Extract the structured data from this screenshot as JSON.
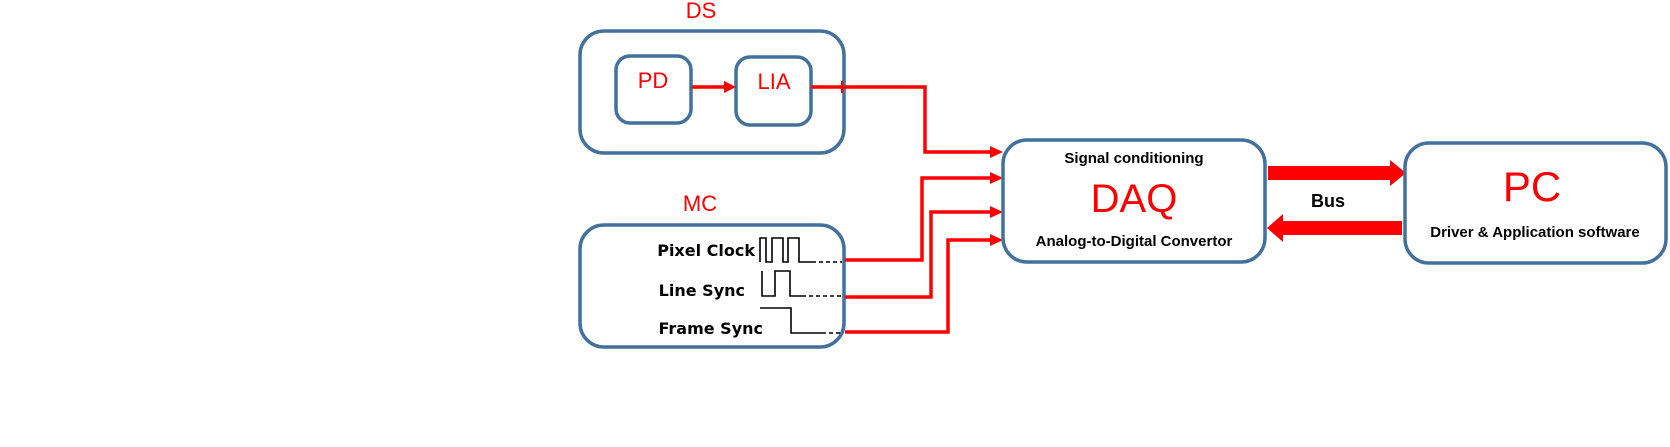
{
  "diagram": {
    "ds": {
      "title": "DS",
      "pd_label": "PD",
      "lia_label": "LIA"
    },
    "mc": {
      "title": "MC",
      "signals": [
        {
          "label": "Pixel Clock"
        },
        {
          "label": "Line Sync"
        },
        {
          "label": "Frame Sync"
        }
      ]
    },
    "daq": {
      "title": "DAQ",
      "top_text": "Signal conditioning",
      "bottom_text": "Analog-to-Digital Convertor"
    },
    "bus": {
      "label": "Bus"
    },
    "pc": {
      "title": "PC",
      "subtitle": "Driver & Application software"
    },
    "colors": {
      "box_border": "#41719c",
      "wire": "#ff0000",
      "label_red": "#ff0000",
      "text": "#000000"
    }
  }
}
